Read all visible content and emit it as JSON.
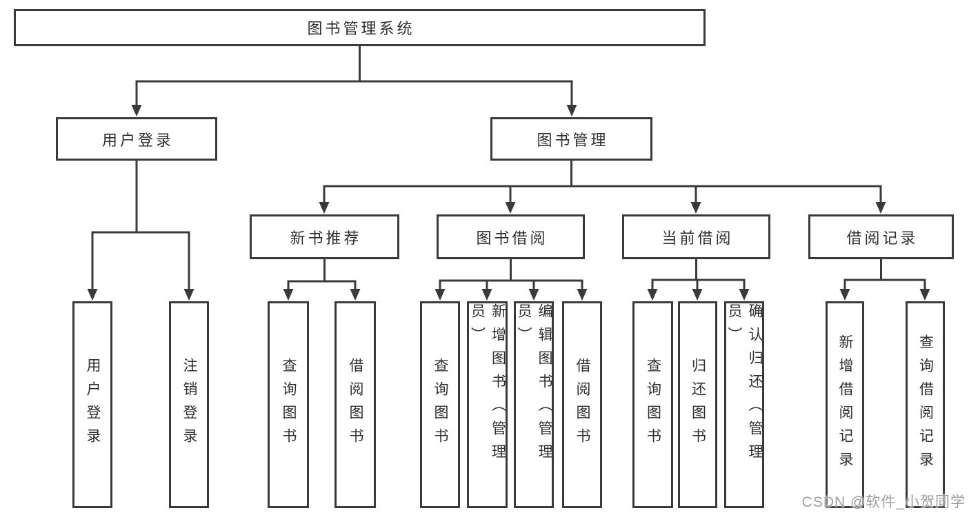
{
  "nodes": {
    "root": "图书管理系统",
    "user_login": "用户登录",
    "book_management": "图书管理",
    "user_login_children": [
      "用户登录",
      "注销登录"
    ],
    "book_management_children": [
      "新书推荐",
      "图书借阅",
      "当前借阅",
      "借阅记录"
    ],
    "new_book_recommend_children": [
      "查询图书",
      "借阅图书"
    ],
    "book_borrow_children": [
      "查询图书",
      "新增图书（管理员）",
      "编辑图书（管理员）",
      "借阅图书"
    ],
    "current_borrow_children": [
      "查询图书",
      "归还图书",
      "确认归还（管理员）"
    ],
    "borrow_record_children": [
      "新增借阅记录",
      "查询借阅记录"
    ]
  },
  "watermark": "CSDN @软件_小贺同学",
  "colors": {
    "line": "#3a3a3a",
    "text": "#2e2e2e",
    "watermark": "#9e9e9e",
    "bg": "#ffffff"
  }
}
